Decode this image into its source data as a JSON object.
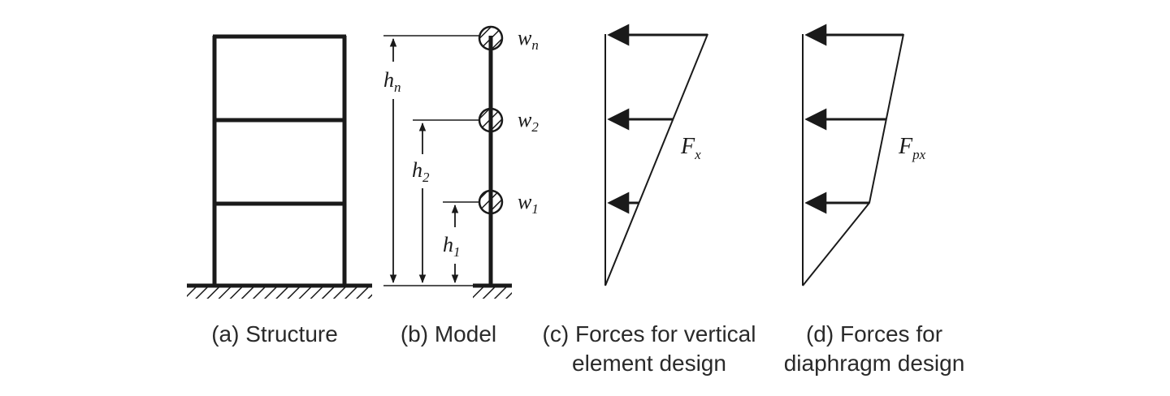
{
  "panels": {
    "structure": {
      "caption": "(a) Structure"
    },
    "model": {
      "caption": "(b) Model",
      "weights": [
        {
          "base": "w",
          "sub": "n"
        },
        {
          "base": "w",
          "sub": "2"
        },
        {
          "base": "w",
          "sub": "1"
        }
      ],
      "heights": [
        {
          "base": "h",
          "sub": "n"
        },
        {
          "base": "h",
          "sub": "2"
        },
        {
          "base": "h",
          "sub": "1"
        }
      ]
    },
    "vertical_forces": {
      "caption_line1": "(c) Forces for vertical",
      "caption_line2": "element design",
      "label": {
        "base": "F",
        "sub": "x"
      }
    },
    "diaphragm_forces": {
      "caption_line1": "(d) Forces for",
      "caption_line2": "diaphragm design",
      "label": {
        "base": "F",
        "sub": "px"
      }
    }
  }
}
